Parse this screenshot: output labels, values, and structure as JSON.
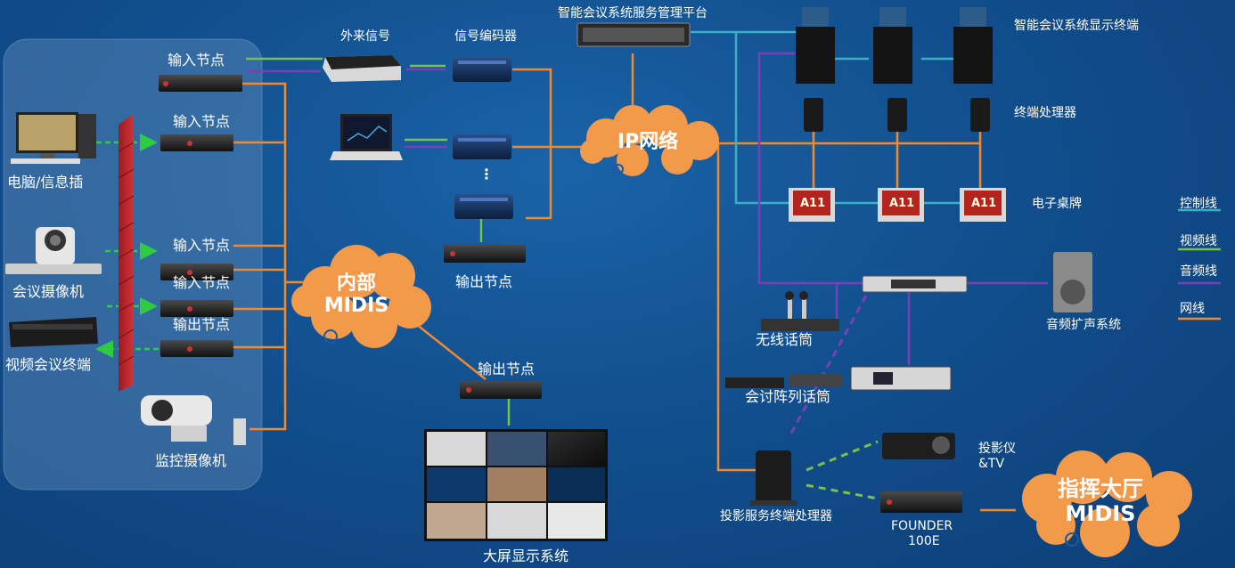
{
  "colors": {
    "control": "#3ab0c8",
    "video": "#7ac04a",
    "audio": "#7a3fb8",
    "network": "#f08a2c",
    "cloud": "#f3994a",
    "arrow": "#2ecc40"
  },
  "left_panel": {
    "input_node_1": "输入节点",
    "input_node_2": "输入节点",
    "input_node_3": "输入节点",
    "input_node_4": "输入节点",
    "output_node_left": "输出节点",
    "pc": "电脑/信息插",
    "conf_camera": "会议摄像机",
    "video_terminal": "视频会议终端",
    "surveillance_camera": "监控摄像机"
  },
  "center": {
    "external_signal": "外来信号",
    "signal_encoder": "信号编码器",
    "output_node_top": "输出节点",
    "output_node_bottom": "输出节点",
    "internal_midis_1": "内部",
    "internal_midis_2": "MIDIS",
    "ip_network": "IP网络",
    "big_screen": "大屏显示系统",
    "mgmt_platform": "智能会议系统服务管理平台",
    "ellipsis": "⋮"
  },
  "right": {
    "display_terminal": "智能会议系统显示终端",
    "terminal_processor": "终端处理器",
    "e_nameplate": "电子桌牌",
    "wireless_mic": "无线话筒",
    "array_mic": "会讨阵列话筒",
    "audio_system": "音频扩声系统",
    "projector_1": "投影仪",
    "projector_2": "&TV",
    "projection_processor": "投影服务终端处理器",
    "founder_1": "FOUNDER",
    "founder_2": "100E",
    "command_midis_1": "指挥大厅",
    "command_midis_2": "MIDIS",
    "nameplate_text": "A11"
  },
  "legend": {
    "control": "控制线",
    "video": "视频线",
    "audio": "音频线",
    "network": "网线"
  }
}
